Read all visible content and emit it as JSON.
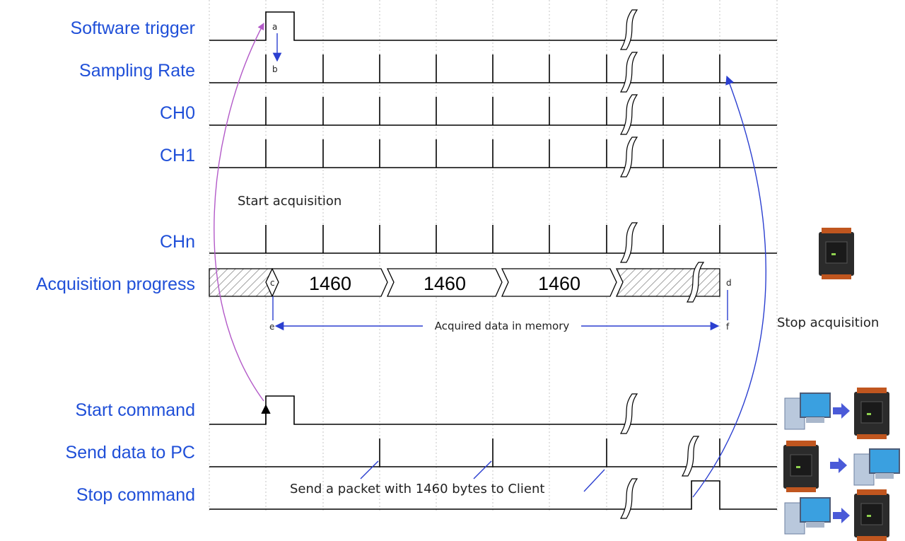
{
  "signals": {
    "software_trigger": "Software trigger",
    "sampling_rate": "Sampling Rate",
    "ch0": "CH0",
    "ch1": "CH1",
    "chn": "CHn",
    "acquisition_progress": "Acquisition progress",
    "start_command": "Start command",
    "send_data_to_pc": "Send data to PC",
    "stop_command": "Stop command"
  },
  "annotations": {
    "start_acquisition": "Start acquisition",
    "stop_acquisition": "Stop acquisition",
    "acquired_data": "Acquired data in memory",
    "send_packet": "Send a packet with 1460 bytes to Client"
  },
  "progress_values": [
    "1460",
    "1460",
    "1460"
  ],
  "markers": {
    "a": "a",
    "b": "b",
    "c": "c",
    "d": "d",
    "e": "e",
    "f": "f"
  },
  "flow_icons": [
    {
      "from": "pc-icon",
      "to": "controller-icon"
    },
    {
      "from": "controller-icon",
      "to": "pc-icon"
    },
    {
      "from": "pc-icon",
      "to": "controller-icon"
    }
  ],
  "colors": {
    "label": "#1f4fd8",
    "arrow_blue": "#2b3fd0",
    "arrow_purple": "#b35ac8",
    "hatch": "#8a8a8a"
  }
}
